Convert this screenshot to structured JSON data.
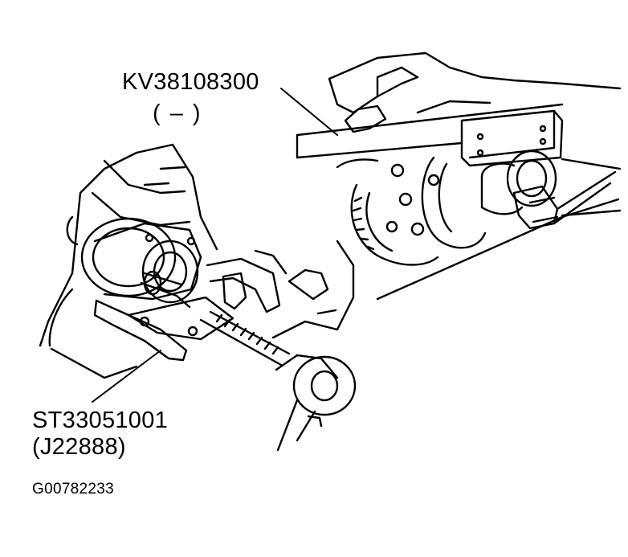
{
  "labels": {
    "upper_tool_number": "KV38108300",
    "upper_tool_alt": "(   –   )",
    "lower_tool_number": "ST33051001",
    "lower_tool_alt": "(J22888)",
    "figure_id": "G00782233"
  }
}
